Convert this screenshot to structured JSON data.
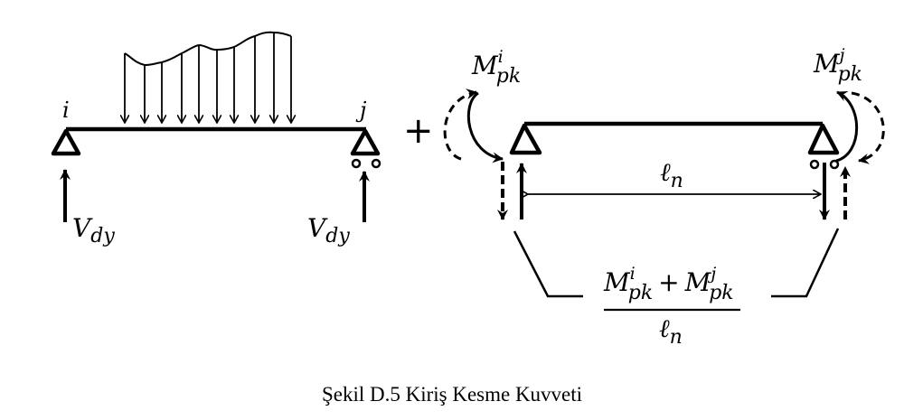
{
  "figure": {
    "caption": "Şekil D.5 Kiriş Kesme Kuvveti",
    "left_diagram": {
      "node_i": "i",
      "node_j": "j",
      "shear_left": {
        "base": "V",
        "sub": "dy"
      },
      "shear_right": {
        "base": "V",
        "sub": "dy"
      }
    },
    "plus_sign": "+",
    "right_diagram": {
      "moment_i": {
        "base": "M",
        "sup": "i",
        "sub": "pk"
      },
      "moment_j": {
        "base": "M",
        "sup": "j",
        "sub": "pk"
      },
      "span": {
        "base": "ℓ",
        "sub": "n"
      },
      "formula": {
        "term1": {
          "base": "M",
          "sup": "i",
          "sub": "pk"
        },
        "operator": "+",
        "term2": {
          "base": "M",
          "sup": "j",
          "sub": "pk"
        },
        "denominator": {
          "base": "ℓ",
          "sub": "n"
        }
      }
    }
  }
}
